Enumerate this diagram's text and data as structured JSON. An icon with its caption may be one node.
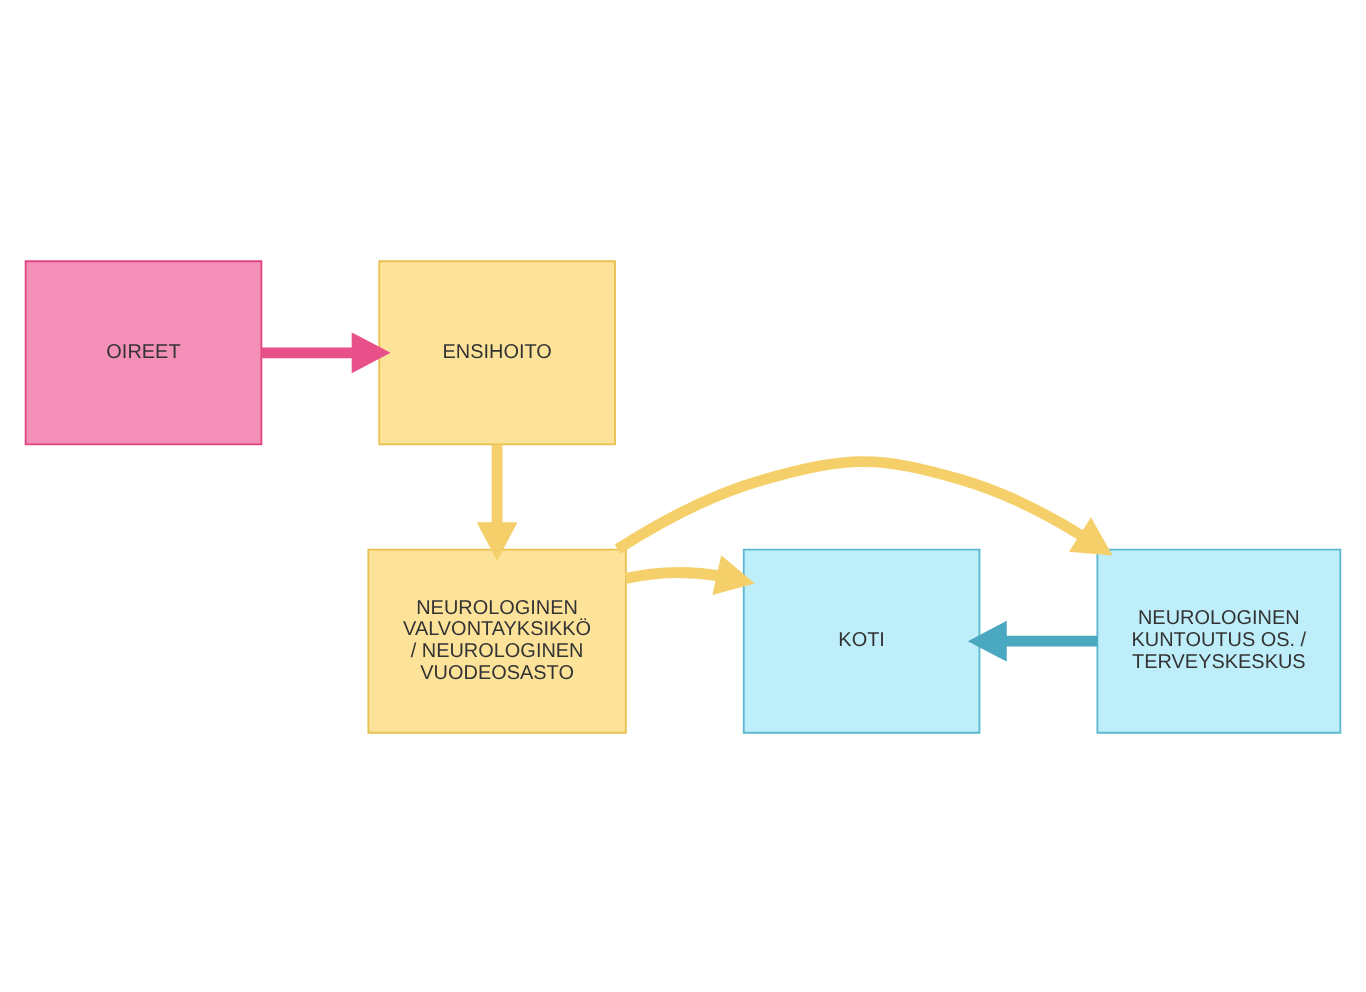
{
  "diagram": {
    "nodes": [
      {
        "text": [
          "OIREET"
        ]
      },
      {
        "text": [
          "ENSIHOITO"
        ]
      },
      {
        "text": [
          "NEUROLOGINEN VALVONTAYKSIKKÖ / NEUROLOGINEN VUODEOSASTO"
        ]
      },
      {
        "text": [
          "NEUROLOGINEN KUNTOUTUS OS. / TERVEYSKESKUS"
        ]
      },
      {
        "text": [
          "KOTI"
        ]
      }
    ],
    "edges": [
      {
        "from": 0,
        "to": 1,
        "arrow": "to",
        "color": "#e8508a"
      },
      {
        "from": 1,
        "to": 2,
        "arrow": "to"
      },
      {
        "from": 2,
        "to": 3,
        "arrow": "to"
      },
      {
        "from": 2,
        "to": 4,
        "arrow": "to"
      },
      {
        "from": 3,
        "to": 4,
        "arrow": "to",
        "color": "#4aa8c0"
      }
    ]
  }
}
